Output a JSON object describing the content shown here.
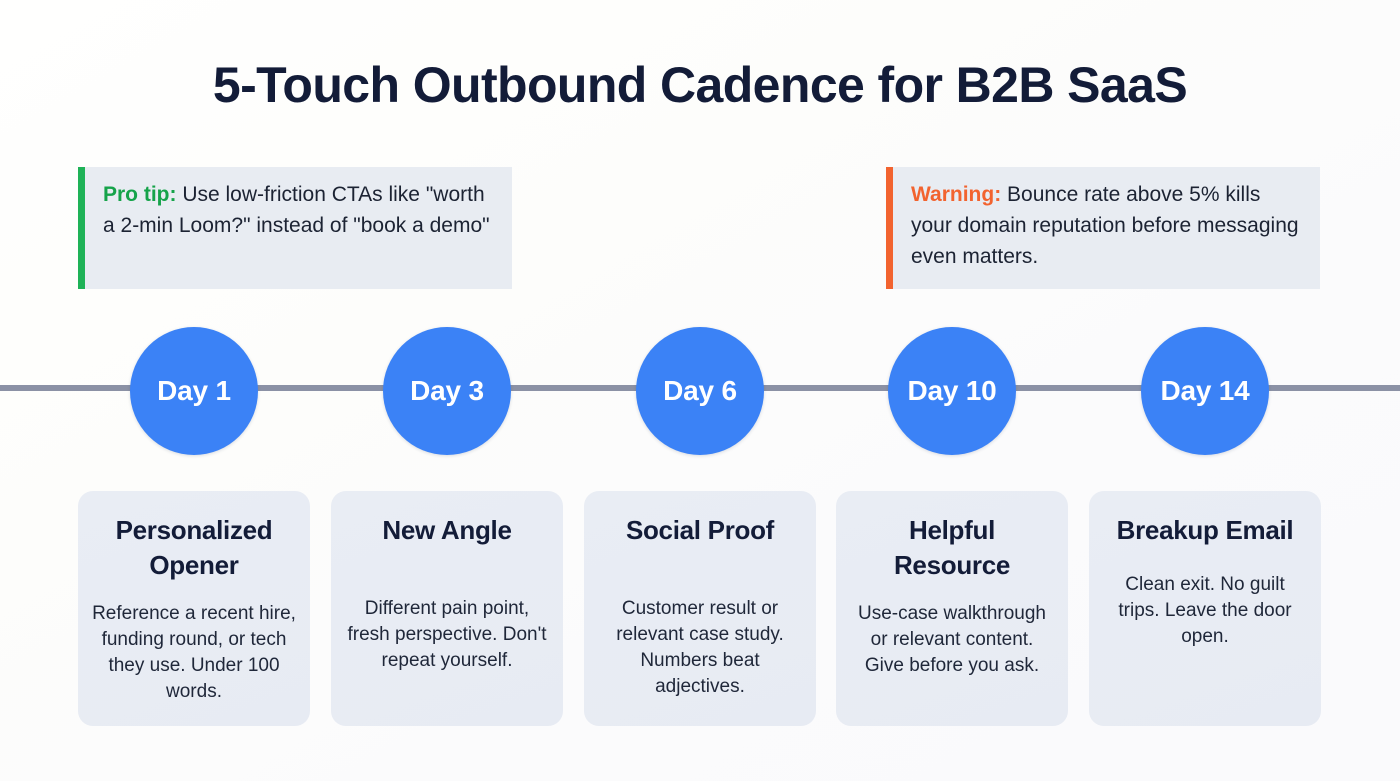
{
  "title": "5-Touch Outbound Cadence for B2B SaaS",
  "colors": {
    "accent_blue": "#3b82f6",
    "title_navy": "#131c38",
    "tip_green": "#16a34a",
    "warning_orange": "#f2632f",
    "callout_bg": "#e8ecf2",
    "card_bg": "#e9edf4",
    "timeline_gray": "#8b91a5"
  },
  "callouts": [
    {
      "label": "Pro tip:",
      "text": " Use low-friction CTAs like \"worth a 2-min Loom?\" instead of \"book a demo\"",
      "accent": "green"
    },
    {
      "label": "Warning:",
      "text": " Bounce rate above 5% kills your domain reputation before messaging even matters.",
      "accent": "orange"
    }
  ],
  "timeline": {
    "nodes": [
      {
        "label": "Day 1"
      },
      {
        "label": "Day 3"
      },
      {
        "label": "Day 6"
      },
      {
        "label": "Day 10"
      },
      {
        "label": "Day 14"
      }
    ]
  },
  "cards": [
    {
      "title": "Personalized Opener",
      "description": "Reference a recent hire, funding round, or tech they use. Under 100 words."
    },
    {
      "title": "New Angle",
      "description": "Different pain point, fresh perspective. Don't repeat yourself."
    },
    {
      "title": "Social Proof",
      "description": "Customer result or relevant case study. Numbers beat adjectives."
    },
    {
      "title": "Helpful Resource",
      "description": "Use-case walkthrough or relevant content. Give before you ask."
    },
    {
      "title": "Breakup Email",
      "description": "Clean exit. No guilt trips. Leave the door open."
    }
  ]
}
